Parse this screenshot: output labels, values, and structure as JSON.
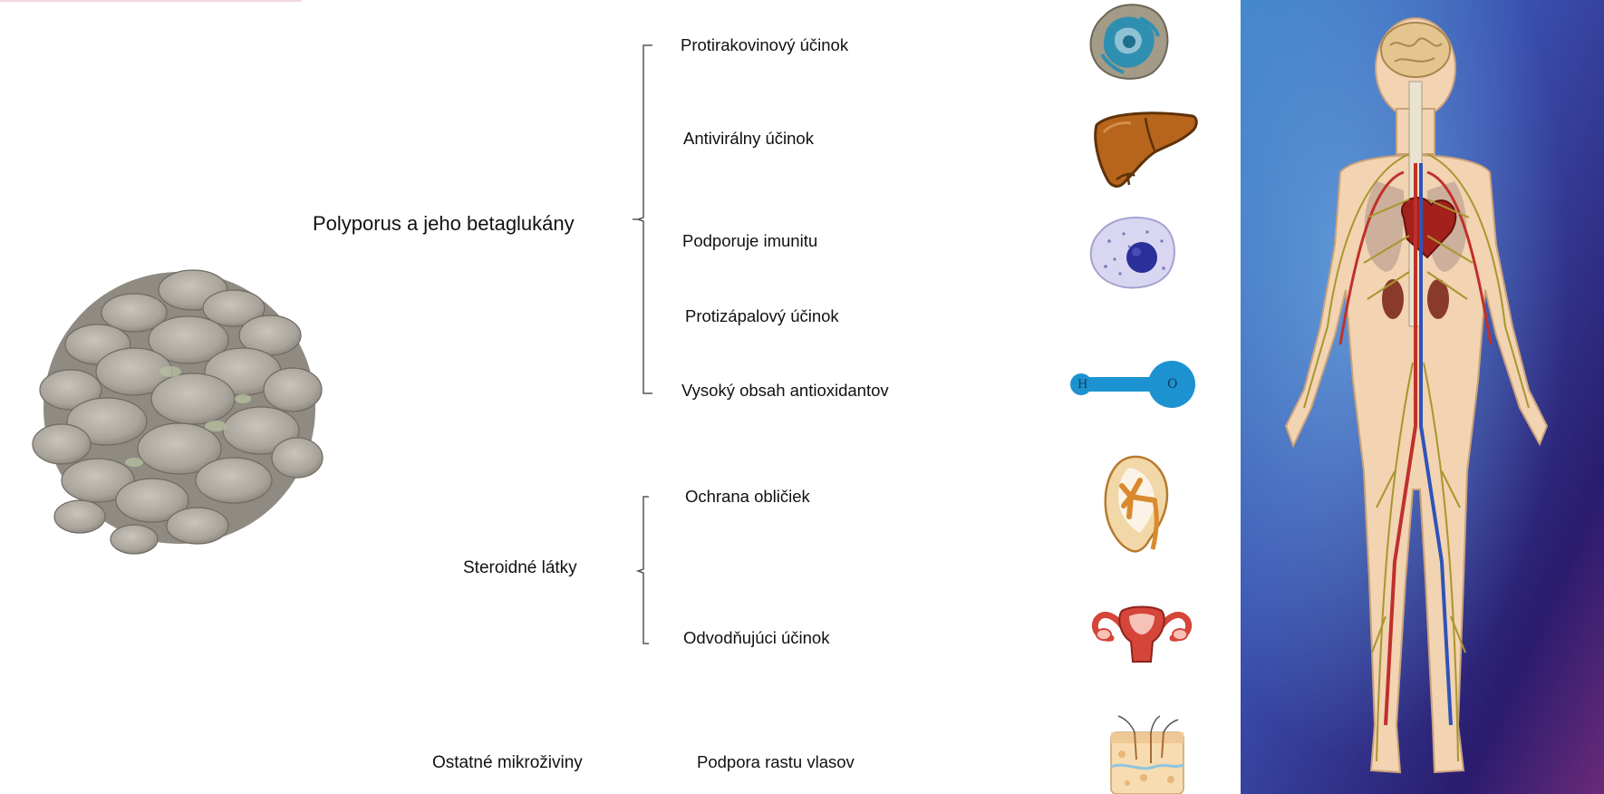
{
  "groups": [
    {
      "label": "Polyporus a jeho betaglukány",
      "items": [
        {
          "label": "Protirakovinový účinok",
          "icon": "cancer-cell-icon"
        },
        {
          "label": "Antivirálny účinok",
          "icon": "liver-icon"
        },
        {
          "label": "Podporuje imunitu",
          "icon": "immune-cell-icon"
        },
        {
          "label": "Protizápalový účinok",
          "icon": ""
        },
        {
          "label": "Vysoký obsah antioxidantov",
          "icon": "hydroxyl-molecule-icon"
        }
      ]
    },
    {
      "label": "Steroidné látky",
      "items": [
        {
          "label": "Ochrana obličiek",
          "icon": "kidney-icon"
        },
        {
          "label": "Odvodňujúci účinok",
          "icon": "uterus-icon"
        }
      ]
    },
    {
      "label": "Ostatné mikroživiny",
      "items": [
        {
          "label": "Podpora rastu vlasov",
          "icon": "hair-follicle-icon"
        }
      ]
    }
  ],
  "molecule": {
    "left_atom": "H",
    "right_atom": "O"
  },
  "colors": {
    "bracket": "#555555",
    "mushroom": "#a8a49c",
    "liver": "#b7651d",
    "cell_blue": "#2f8fb0",
    "immune_body": "#d9d6f1",
    "immune_nucleus": "#2a2f9a",
    "molecule": "#1d92d0",
    "kidney": "#d98a2e",
    "uterus": "#d5453a",
    "body_bg_dark": "#2a1c6e",
    "body_bg_light": "#3b7fc8"
  }
}
